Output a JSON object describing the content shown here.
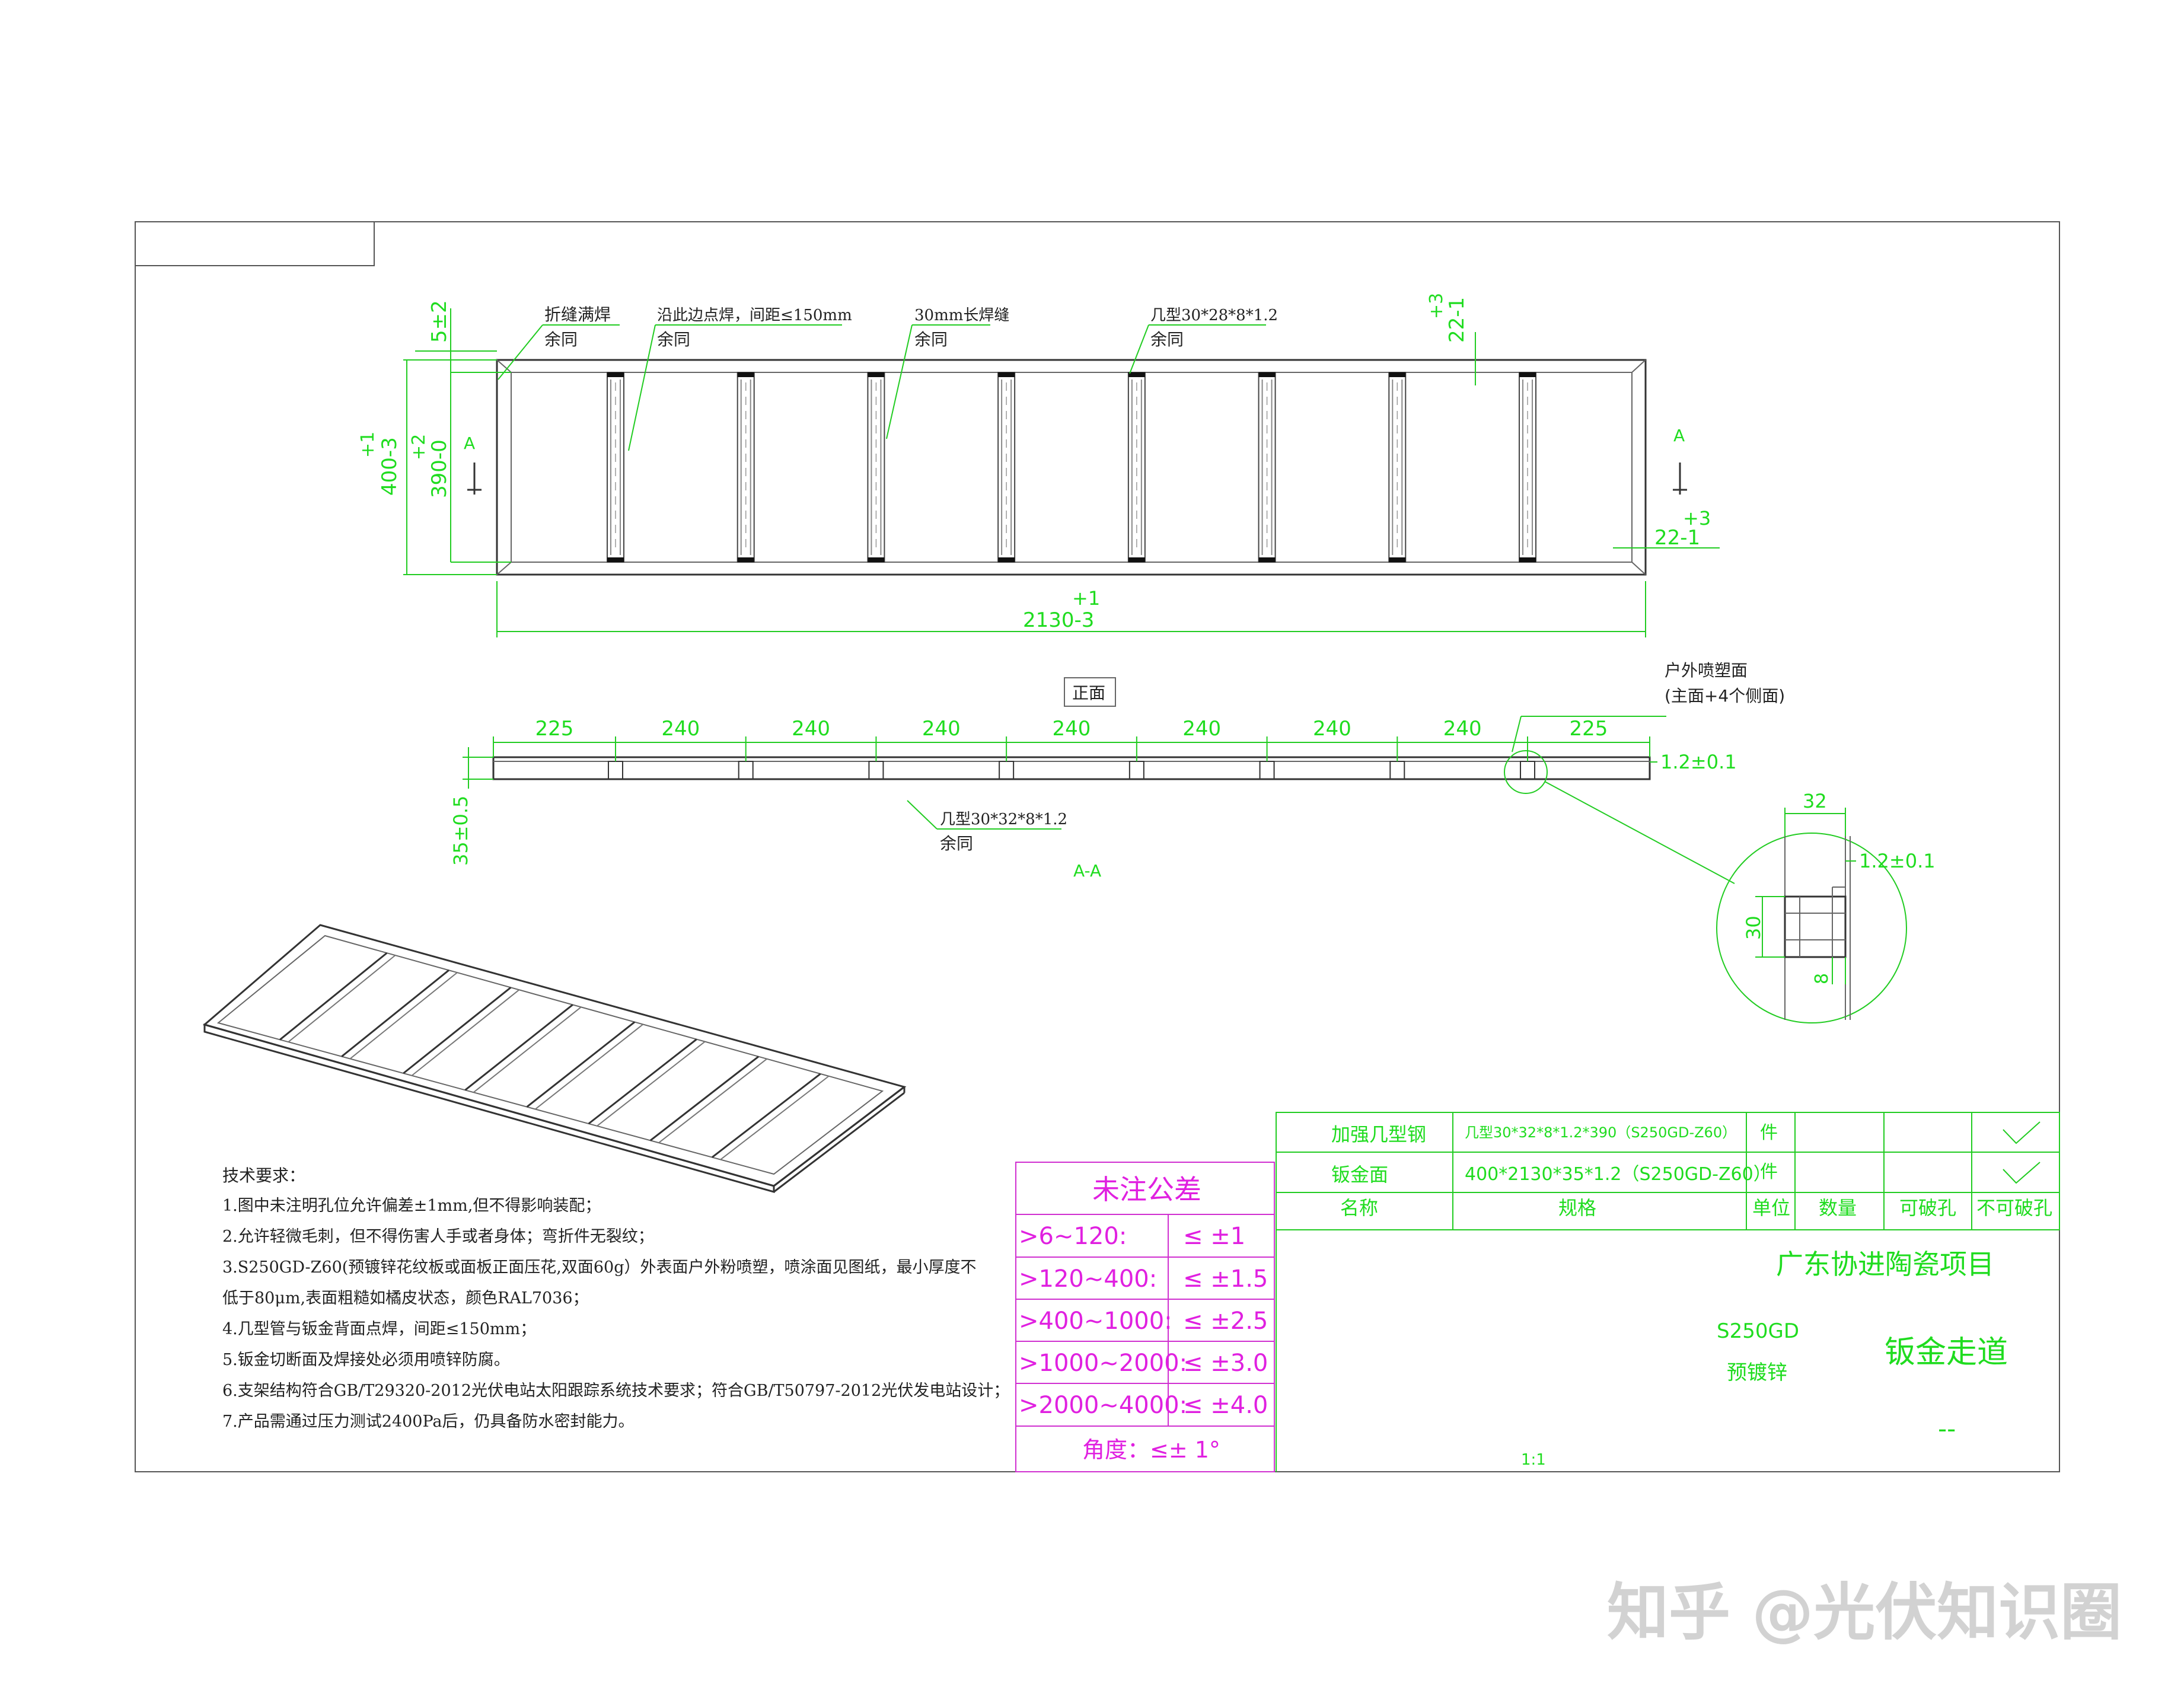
{
  "annotations": {
    "fold_weld": "折缝满焊",
    "same1": "余同",
    "edge_spot_weld": "沿此边点焊，间距≤150mm",
    "same2": "余同",
    "long_weld": "30mm长焊缝",
    "same3": "余同",
    "channel_top": "几型30*28*8*1.2",
    "same4": "余同",
    "section_A_left": "A",
    "section_A_right": "A",
    "front_view": "正面",
    "outdoor_spray": "户外喷塑面",
    "outdoor_spray_note": "(主面+4个侧面)",
    "channel_section": "几型30*32*8*1.2",
    "same5": "余同",
    "section_label": "A-A"
  },
  "dimensions": {
    "top_gap": "5±2",
    "outer_width_tol": "+1",
    "outer_width": "400-3",
    "inner_width_tol": "+2",
    "inner_width": "390-0",
    "offset_top_tol": "+3",
    "offset_top": "22-1",
    "offset_right_tol": "+3",
    "offset_right": "22-1",
    "length_tol": "+1",
    "length": "2130-3",
    "spacings": [
      "225",
      "240",
      "240",
      "240",
      "240",
      "240",
      "240",
      "240",
      "225"
    ],
    "thickness": "1.2±0.1",
    "height": "35±0.5",
    "detail_width": "32",
    "detail_thickness": "1.2±0.1",
    "detail_height": "30",
    "detail_flange": "8"
  },
  "tech_requirements": {
    "title": "技术要求：",
    "items": [
      "1.图中未注明孔位允许偏差±1mm,但不得影响装配；",
      "2.允许轻微毛刺，但不得伤害人手或者身体；弯折件无裂纹；",
      "3.S250GD-Z60(预镀锌花纹板或面板正面压花,双面60g）外表面户外粉喷塑，喷涂面见图纸，最小厚度不",
      "低于80μm,表面粗糙如橘皮状态，颜色RAL7036；",
      "4.几型管与钣金背面点焊，间距≤150mm；",
      "5.钣金切断面及焊接处必须用喷锌防腐。",
      "6.支架结构符合GB/T29320-2012光伏电站太阳跟踪系统技术要求；符合GB/T50797-2012光伏发电站设计；",
      "7.产品需通过压力测试2400Pa后，仍具备防水密封能力。"
    ]
  },
  "tolerance_table": {
    "title": "未注公差",
    "rows": [
      {
        "range": ">6~120:",
        "tol": "≤ ±1"
      },
      {
        "range": ">120~400:",
        "tol": "≤ ±1.5"
      },
      {
        "range": ">400~1000:",
        "tol": "≤ ±2.5"
      },
      {
        "range": ">1000~2000:",
        "tol": "≤ ±3.0"
      },
      {
        "range": ">2000~4000:",
        "tol": "≤ ±4.0"
      }
    ],
    "angle": "角度：≤± 1°"
  },
  "bom": {
    "rows": [
      {
        "name": "加强几型钢",
        "spec": "几型30*32*8*1.2*390（S250GD-Z60）",
        "unit": "件"
      },
      {
        "name": "钣金面",
        "spec": "400*2130*35*1.2（S250GD-Z60）",
        "unit": "件"
      }
    ],
    "headers": {
      "name": "名称",
      "spec": "规格",
      "unit": "单位",
      "qty": "数量",
      "breakable": "可破孔",
      "nonbreakable": "不可破孔"
    }
  },
  "title_block": {
    "project": "广东协进陶瓷项目",
    "material": "S250GD",
    "coating": "预镀锌",
    "part_name": "钣金走道",
    "dash": "--",
    "scale": "1:1"
  },
  "watermark": "知乎 @光伏知识圈",
  "colors": {
    "dimension": "#1fdc1f",
    "tolerance": "#e020e0",
    "line": "#333333"
  }
}
